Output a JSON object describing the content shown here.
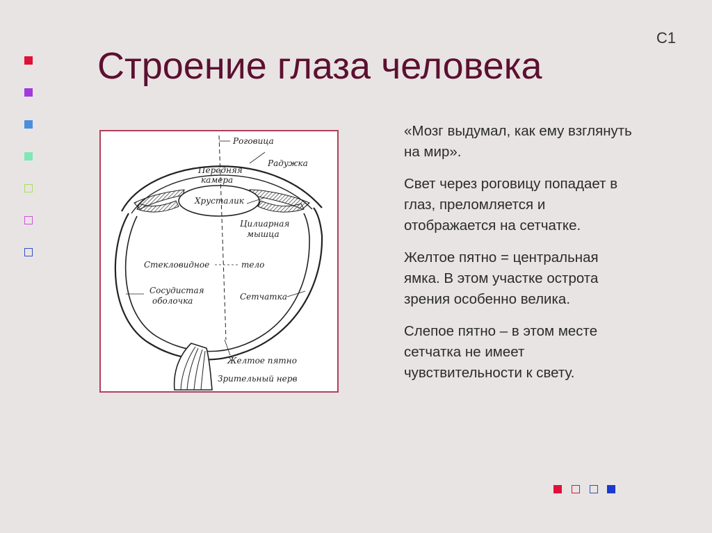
{
  "title": "Строение глаза человека",
  "slide_id": "С1",
  "left_markers": [
    {
      "color": "#e0103a",
      "style": "filled"
    },
    {
      "color": "#a13adf",
      "style": "filled"
    },
    {
      "color": "#4a8ee0",
      "style": "filled"
    },
    {
      "color": "#7fe8b5",
      "style": "filled"
    },
    {
      "color": "#a8e060",
      "style": "outline"
    },
    {
      "color": "#d050e0",
      "style": "outline"
    },
    {
      "color": "#3050c8",
      "style": "outline"
    }
  ],
  "bottom_markers": [
    {
      "color": "#e0103a",
      "style": "filled"
    },
    {
      "color": "#e0103a",
      "style": "outline"
    },
    {
      "color": "#3050c8",
      "style": "outline"
    },
    {
      "color": "#1a3ad0",
      "style": "filled"
    }
  ],
  "diagram": {
    "labels": {
      "cornea": "Роговица",
      "iris": "Радужка",
      "anterior_chamber_1": "Передняя",
      "anterior_chamber_2": "камера",
      "lens": "Хрусталик",
      "ciliary_1": "Цилиарная",
      "ciliary_2": "мышца",
      "vitreous_1": "Стекловидное",
      "vitreous_2": "тело",
      "choroid_1": "Сосудистая",
      "choroid_2": "оболочка",
      "retina": "Сетчатка",
      "macula": "Желтое пятно",
      "optic_nerve": "Зрительный нерв"
    }
  },
  "paragraphs": [
    "«Мозг выдумал, как ему взглянуть на мир».",
    "Свет через роговицу попадает в глаз, преломляется и отображается на сетчатке.",
    "Желтое пятно = центральная ямка. В этом участке острота зрения особенно велика.",
    "Слепое пятно – в этом месте сетчатка не имеет чувствительности к свету."
  ]
}
